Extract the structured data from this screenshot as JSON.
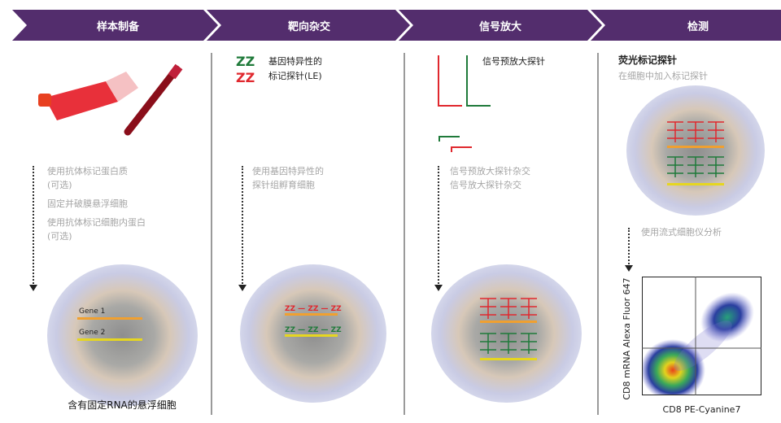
{
  "banner": {
    "steps": [
      "样本制备",
      "靶向杂交",
      "信号放大",
      "检测"
    ],
    "color": "#532d6d"
  },
  "col1": {
    "steps": [
      "使用抗体标记蛋白质",
      "(可选)",
      "固定并破膜悬浮细胞",
      "使用抗体标记细胞内蛋白",
      "(可选)"
    ],
    "genes": [
      "Gene 1",
      "Gene 2"
    ],
    "caption": "含有固定RNA的悬浮细胞"
  },
  "col2": {
    "legend": [
      "基因特异性的",
      "标记探针(LE)"
    ],
    "steps": [
      "使用基因特异性的",
      "探针组孵育细胞"
    ],
    "zz_label": "ZZ",
    "zz_row": "ZZ — ZZ — ZZ"
  },
  "col3": {
    "legend": "信号预放大探针",
    "steps": [
      "信号预放大探针杂交",
      "信号放大探针杂交"
    ]
  },
  "col4": {
    "title": "荧光标记探针",
    "subtitle": "在细胞中加入标记探针",
    "step": "使用流式细胞仪分析",
    "plot": {
      "xlabel": "CD8 PE-Cyanine7",
      "ylabel": "CD8 mRNA Alexa Fluor 647"
    }
  }
}
